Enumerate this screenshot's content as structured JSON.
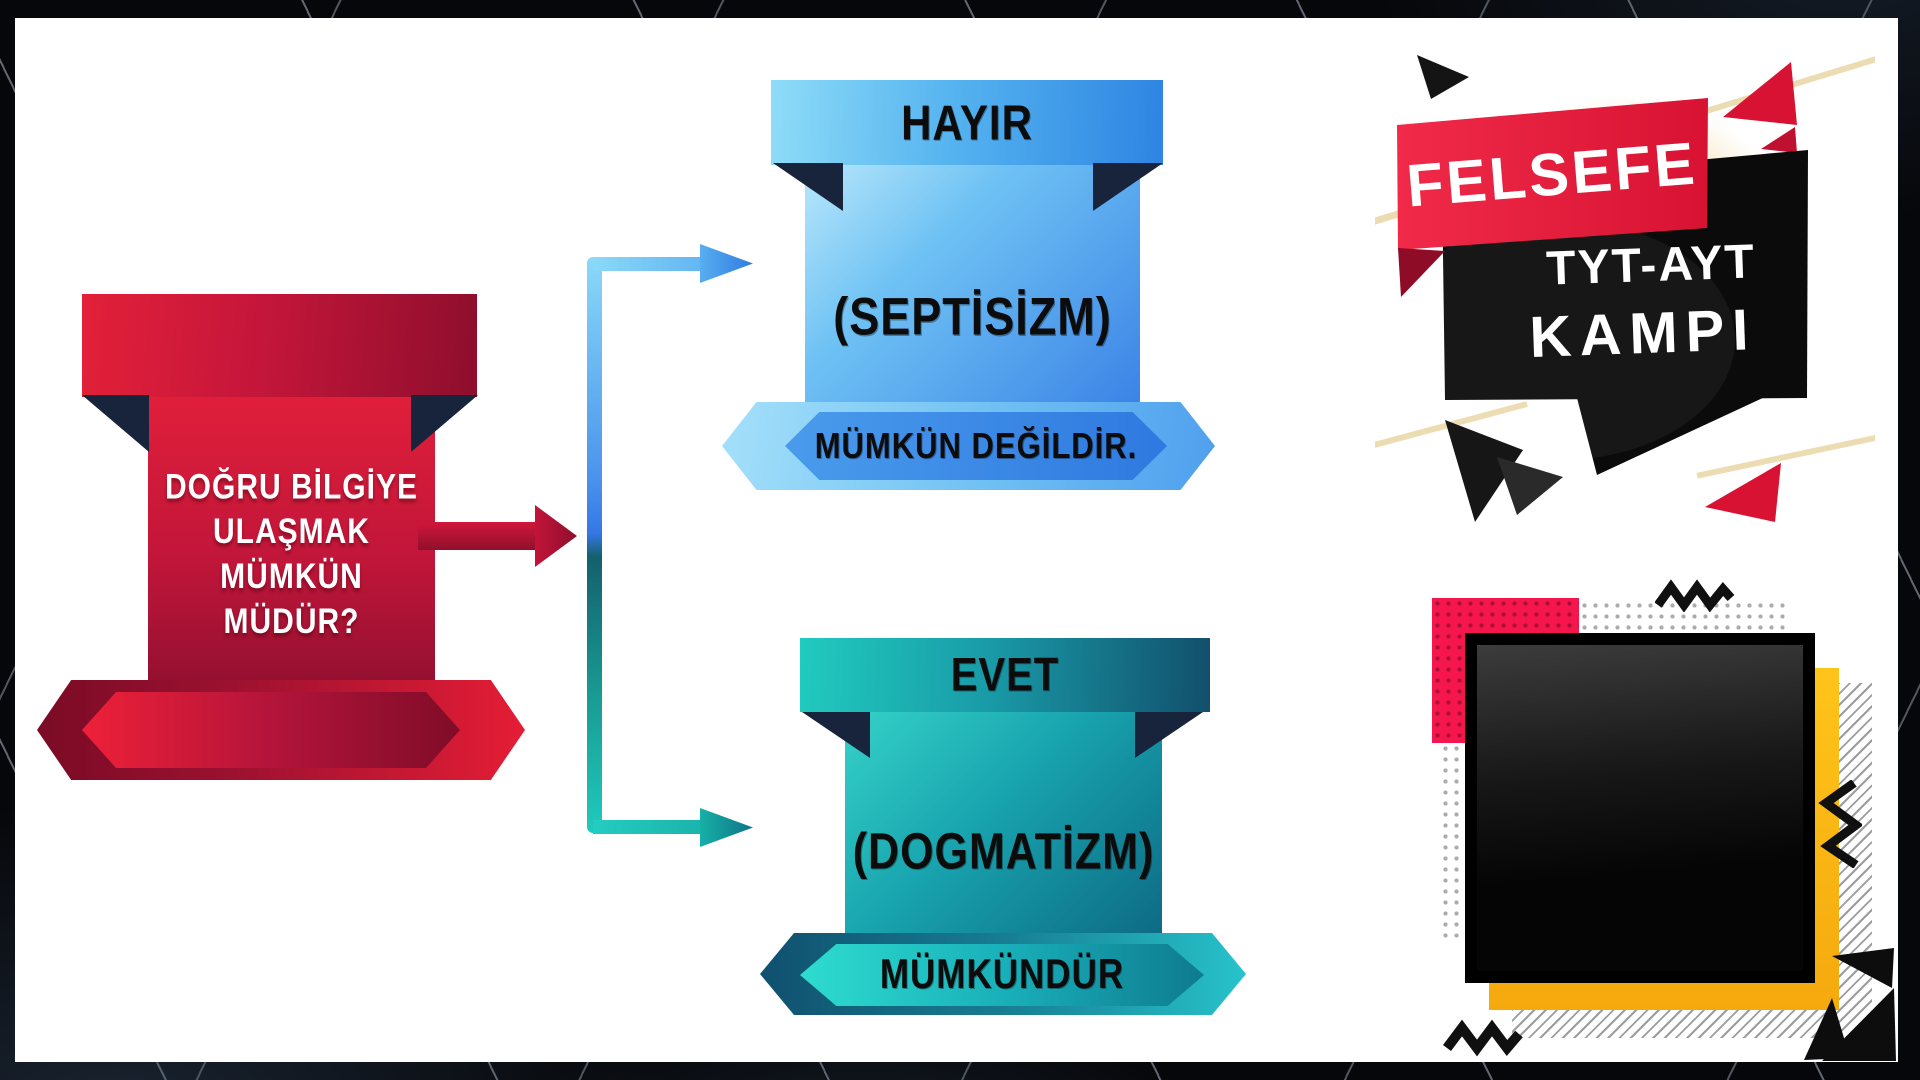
{
  "slide": {
    "question": {
      "text": "DOĞRU BİLGİYE ULAŞMAK MÜMKÜN MÜDÜR?",
      "lines": [
        "DOĞRU BİLGİYE",
        "ULAŞMAK",
        "MÜMKÜN",
        "MÜDÜR?"
      ]
    },
    "branches": [
      {
        "answer": "HAYIR",
        "school": "(SEPTİSİZM)",
        "verdict": "MÜMKÜN DEĞİLDİR."
      },
      {
        "answer": "EVET",
        "school": "(DOGMATİZM)",
        "verdict": "MÜMKÜNDÜR"
      }
    ]
  },
  "logo": {
    "title": "FELSEFE",
    "exam": "TYT-AYT",
    "camp": "KAMPI"
  },
  "palette": {
    "question_red": "#c8163a",
    "no_blue": "#3a82e6",
    "yes_teal": "#13a0a8",
    "fold_navy": "#17243c",
    "logo_red": "#e8203d",
    "accent_yellow": "#fcb515",
    "accent_pink": "#f5164d",
    "black": "#0b0b0b"
  }
}
